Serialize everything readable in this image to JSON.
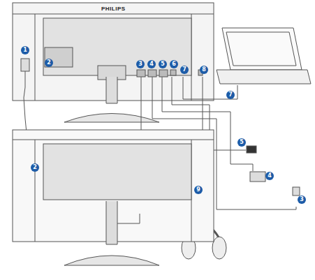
{
  "diagram": {
    "labels": [
      "PHILIPS",
      "1",
      "2",
      "3",
      "4",
      "5",
      "6",
      "7",
      "8",
      "7",
      "5",
      "4",
      "3",
      "9",
      "2"
    ]
  }
}
